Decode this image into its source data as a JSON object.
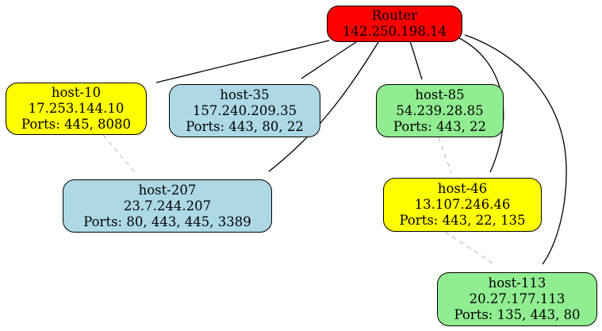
{
  "diagram": {
    "kind": "network-topology-graph",
    "background": "#ffffff",
    "colors": {
      "node_border": "#000000",
      "edge_solid": "#000000",
      "edge_dashed": "#c4c4c4",
      "text": "#000000"
    },
    "nodes": [
      {
        "id": "Router",
        "label": "Router",
        "ip": "142.250.198.14",
        "ports": "",
        "fill": "#ff0000"
      },
      {
        "id": "host-10",
        "label": "host-10",
        "ip": "17.253.144.10",
        "ports": "Ports: 445, 8080",
        "fill": "#ffff00"
      },
      {
        "id": "host-35",
        "label": "host-35",
        "ip": "157.240.209.35",
        "ports": "Ports: 443, 80, 22",
        "fill": "#add8e6"
      },
      {
        "id": "host-85",
        "label": "host-85",
        "ip": "54.239.28.85",
        "ports": "Ports: 443, 22",
        "fill": "#90ee90"
      },
      {
        "id": "host-207",
        "label": "host-207",
        "ip": "23.7.244.207",
        "ports": "Ports: 80, 443, 445, 3389",
        "fill": "#add8e6"
      },
      {
        "id": "host-46",
        "label": "host-46",
        "ip": "13.107.246.46",
        "ports": "Ports: 443, 22, 135",
        "fill": "#ffff00"
      },
      {
        "id": "host-113",
        "label": "host-113",
        "ip": "20.27.177.113",
        "ports": "Ports: 135, 443, 80",
        "fill": "#90ee90"
      }
    ],
    "edges": [
      {
        "from": "Router",
        "to": "host-10",
        "line": "solid",
        "color": "#000000"
      },
      {
        "from": "Router",
        "to": "host-35",
        "line": "solid",
        "color": "#000000"
      },
      {
        "from": "Router",
        "to": "host-207",
        "line": "solid",
        "color": "#000000"
      },
      {
        "from": "Router",
        "to": "host-85",
        "line": "solid",
        "color": "#000000"
      },
      {
        "from": "Router",
        "to": "host-46",
        "line": "solid",
        "color": "#000000"
      },
      {
        "from": "Router",
        "to": "host-113",
        "line": "solid",
        "color": "#000000"
      },
      {
        "from": "host-10",
        "to": "host-207",
        "line": "dashed",
        "color": "#c4c4c4"
      },
      {
        "from": "host-85",
        "to": "host-46",
        "line": "dashed",
        "color": "#c4c4c4"
      },
      {
        "from": "host-46",
        "to": "host-113",
        "line": "dashed",
        "color": "#c4c4c4"
      }
    ]
  }
}
